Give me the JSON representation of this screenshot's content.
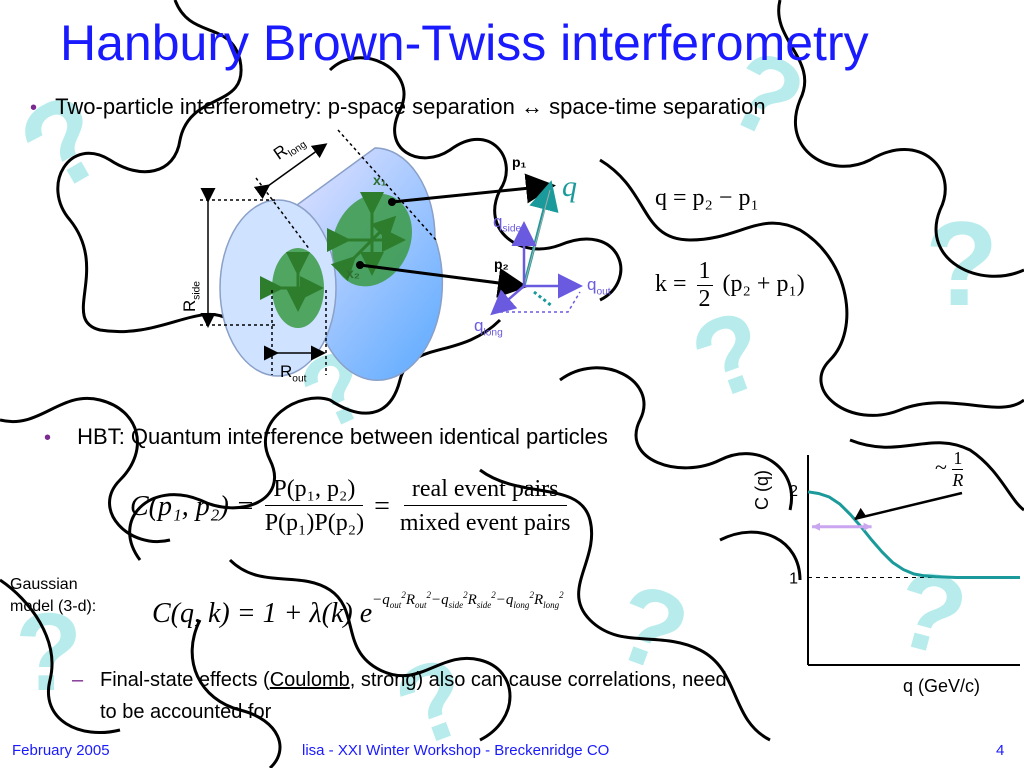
{
  "title": "Hanbury Brown-Twiss interferometry",
  "bullets": {
    "b1": "Two-particle interferometry: p-space separation ↔ space-time separation",
    "b2": "HBT: Quantum interference between identical particles"
  },
  "gaussian_label": [
    "Gaussian",
    "model (3-d):"
  ],
  "subbullet": {
    "pre": "Final-state effects (",
    "link": "Coulomb",
    "post": ", strong) also can cause correlations, need to be accounted for"
  },
  "equations": {
    "c_lhs": "C(p₁, p₂) =",
    "ratio_num": "P(p₁, p₂)",
    "ratio_den": "P(p₁)P(p₂)",
    "pairs_num": "real event pairs",
    "pairs_den": "mixed event pairs",
    "gauss_model": "C(q, k) = 1 + λ(k) e",
    "q_def": "q = p₂ − p₁",
    "k_def_lhs": "k =",
    "k_def_rhs": "(p₂ + p₁)",
    "approx_inverse_R": "~ 1/R"
  },
  "diagram_labels": {
    "r_long": "R",
    "r_long_sub": "long",
    "r_side": "R",
    "r_side_sub": "side",
    "r_out": "R",
    "r_out_sub": "out",
    "x1": "x₁",
    "x2": "x₂",
    "p1": "p₁",
    "p2": "p₂",
    "q_vec": "q",
    "q_side": "q",
    "q_side_sub": "side",
    "q_out": "q",
    "q_out_sub": "out",
    "q_long": "q",
    "q_long_sub": "long"
  },
  "chart_data": {
    "type": "line",
    "xlabel": "q (GeV/c)",
    "ylabel": "C (q)",
    "y_ticks": [
      "2",
      "1"
    ],
    "series": [
      {
        "x": [
          0.0,
          0.05,
          0.1,
          0.15,
          0.2,
          0.25,
          0.3,
          0.35,
          0.4,
          0.45,
          0.5,
          0.55,
          0.6,
          0.7,
          0.8,
          0.9,
          1.0
        ],
        "y": [
          1.98,
          1.96,
          1.92,
          1.84,
          1.72,
          1.58,
          1.43,
          1.29,
          1.17,
          1.09,
          1.04,
          1.02,
          1.01,
          1.0,
          1.0,
          1.0,
          1.0
        ]
      }
    ],
    "ylim": [
      0,
      2.4
    ],
    "xlim": [
      0,
      1.0
    ],
    "reference_line_y": 1,
    "colors": {
      "curve": "#1a9a9a",
      "width_arrow": "#c9a6ef"
    }
  },
  "footer": {
    "left": "February 2005",
    "center": "lisa - XXI Winter Workshop - Breckenridge CO",
    "right": "4"
  },
  "colors": {
    "title": "#1a1aff",
    "bullet": "#7b2a8f",
    "q_arrow": "#1a9a9a",
    "q_components": "#6a5ae0",
    "question_marks": "#b8ecec"
  }
}
